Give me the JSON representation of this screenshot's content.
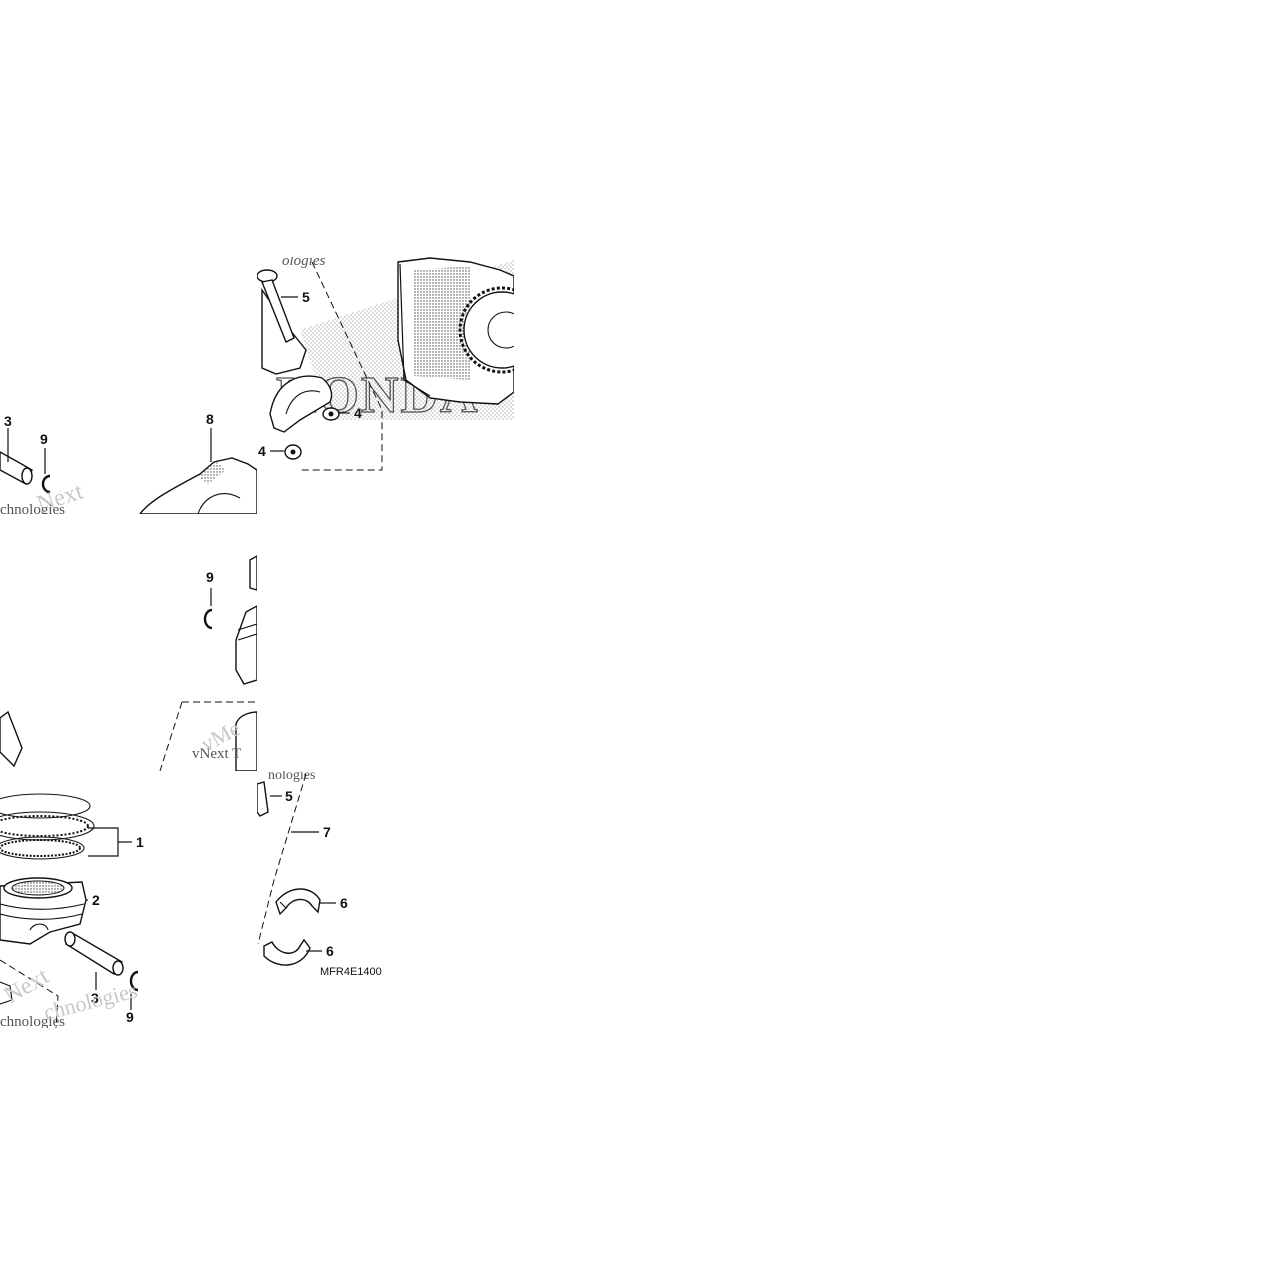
{
  "diagram": {
    "drawing_code": "MFR4E1400",
    "brand_logo_text": "HONDA",
    "colors": {
      "line": "#111111",
      "background": "#ffffff",
      "watermark": "#c8c8c8"
    },
    "watermarks": [
      "ologies",
      "Next",
      "chnologies",
      "vNext T",
      "vMe",
      "nologies",
      "Next",
      "chnologies"
    ],
    "callouts": {
      "c1": "3",
      "c2": "9",
      "c3": "8",
      "c4": "5",
      "c5": "4",
      "c6": "4",
      "c7": "9",
      "c8": "5",
      "c9": "7",
      "c10": "1",
      "c11": "2",
      "c12": "6",
      "c13": "6",
      "c14": "3",
      "c15": "9"
    }
  }
}
